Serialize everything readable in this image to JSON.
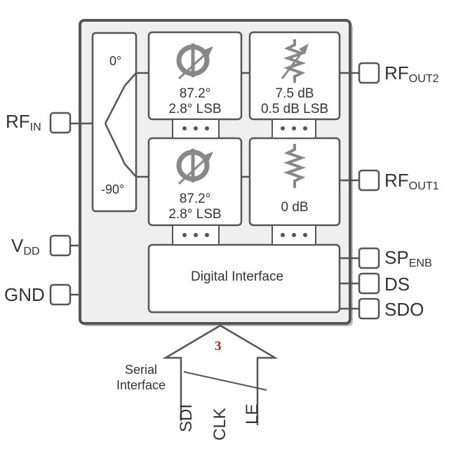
{
  "pins": {
    "rf_in": {
      "main": "RF",
      "sub": "IN"
    },
    "vdd": {
      "main": "V",
      "sub": "DD"
    },
    "gnd": {
      "main": "GND"
    },
    "rf_out2": {
      "main": "RF",
      "sub": "OUT2"
    },
    "rf_out1": {
      "main": "RF",
      "sub": "OUT1"
    },
    "sp_enb": {
      "main": "SP",
      "sub": "ENB"
    },
    "ds": {
      "main": "DS"
    },
    "sdo": {
      "main": "SDO"
    }
  },
  "splitter": {
    "top_label": "0°",
    "bottom_label": "-90°"
  },
  "blocks": {
    "phase_shifter_top": {
      "value": "87.2°",
      "lsb": "2.8° LSB",
      "icon": "phase-shifter-icon"
    },
    "attenuator_top": {
      "value": "7.5 dB",
      "lsb": "0.5 dB LSB",
      "icon": "variable-resistor-icon"
    },
    "phase_shifter_bottom": {
      "value": "87.2°",
      "lsb": "2.8° LSB",
      "icon": "phase-shifter-icon"
    },
    "fixed_attenuator": {
      "value": "0 dB",
      "icon": "resistor-icon"
    }
  },
  "digital_interface": {
    "label": "Digital Interface"
  },
  "serial": {
    "bus_width": "3",
    "label_line1": "Serial",
    "label_line2": "Interface",
    "signals": [
      "SDI",
      "CLK",
      "LE"
    ]
  },
  "colors": {
    "stroke": "#555555",
    "chip_fill": "#efefef",
    "block_fill": "#ffffff",
    "text": "#333333",
    "bus_number": "#b51f1f",
    "icon_gray": "#888888"
  }
}
